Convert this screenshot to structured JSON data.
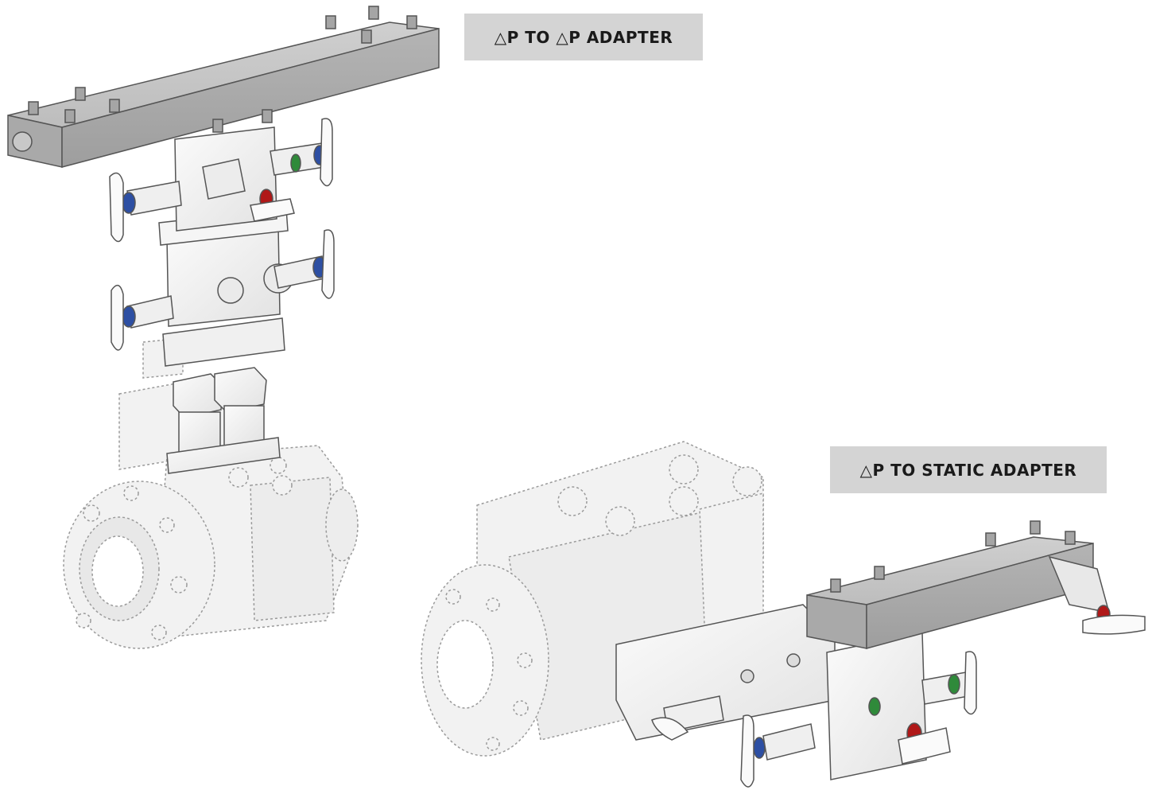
{
  "labels": {
    "dp_to_dp": "△P TO △P ADAPTER",
    "dp_to_static": "△P TO STATIC ADAPTER"
  },
  "colors": {
    "label_bg": "#d4d4d4",
    "adapter_gray": "#b9b9b9",
    "body_white": "#f4f4f4",
    "ring_blue": "#2d4fa3",
    "ring_green": "#2f8a3a",
    "ring_red": "#b01818"
  },
  "icons": [
    "manifold-assembly-left",
    "manifold-assembly-right"
  ]
}
